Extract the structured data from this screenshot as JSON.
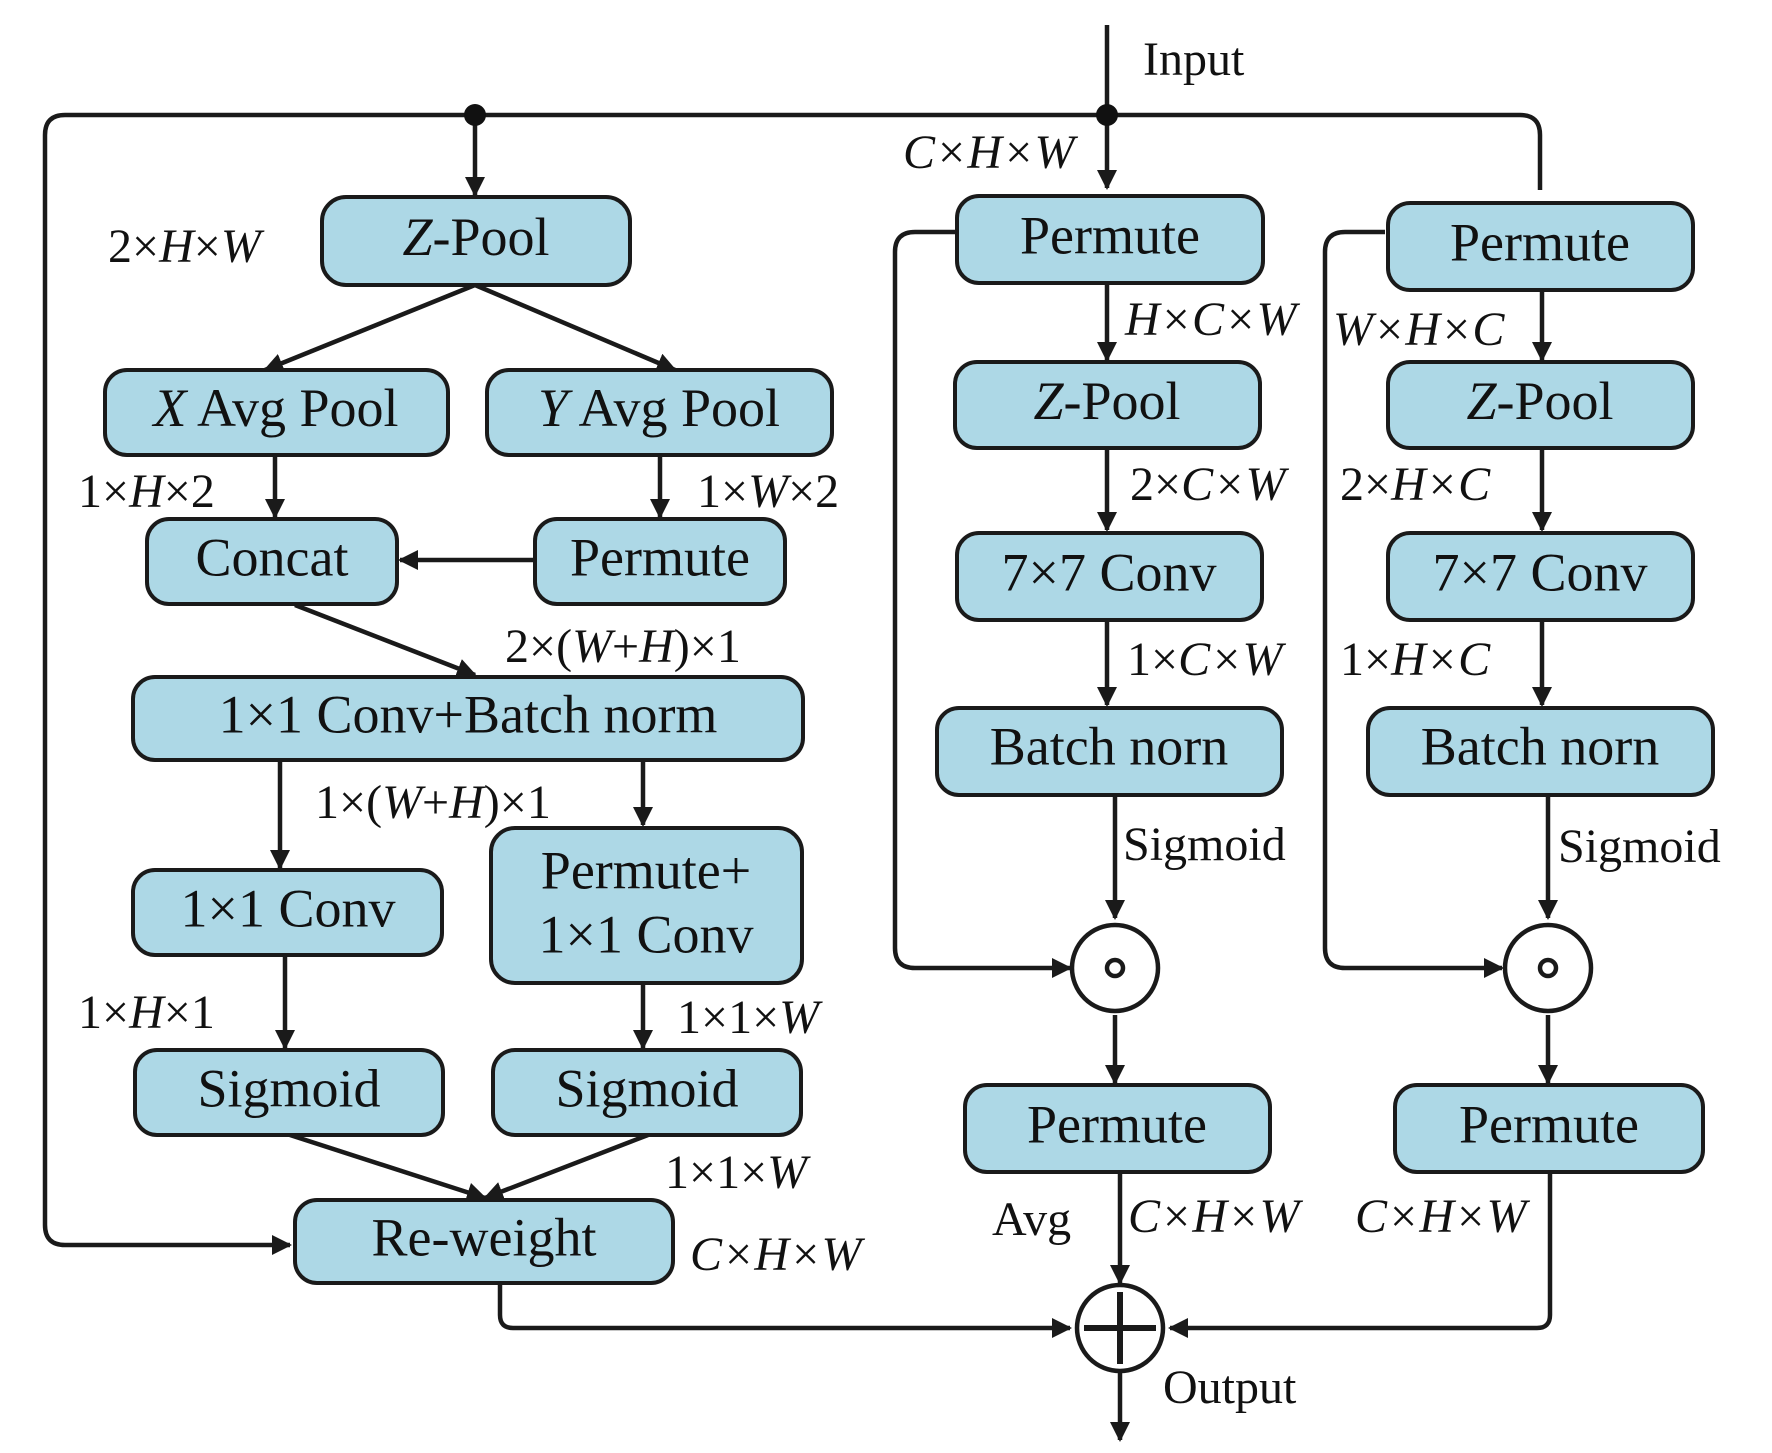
{
  "nodes": {
    "input": "Input",
    "output": "Output",
    "b1_zpool_z": "Z",
    "b1_zpool_rest": "-Pool",
    "x_avg_pool_var": "X",
    "x_avg_pool_rest": " Avg Pool",
    "y_avg_pool_var": "Y",
    "y_avg_pool_rest": " Avg Pool",
    "concat": "Concat",
    "b1_permute": "Permute",
    "conv_bn": "1×1 Conv+Batch norm",
    "conv1x1": "1×1 Conv",
    "permute_conv_line1": "Permute+",
    "permute_conv_line2": "1×1 Conv",
    "sigmoid_left": "Sigmoid",
    "sigmoid_right": "Sigmoid",
    "reweight": "Re-weight",
    "b2_permute_top": "Permute",
    "b2_zpool_z": "Z",
    "b2_zpool_rest": "-Pool",
    "b2_conv7": "7×7 Conv",
    "b2_batchnorm": "Batch norn",
    "b2_permute_bottom": "Permute",
    "b3_permute_top": "Permute",
    "b3_zpool_z": "Z",
    "b3_zpool_rest": "-Pool",
    "b3_conv7": "7×7 Conv",
    "b3_batchnorm": "Batch norn",
    "b3_permute_bottom": "Permute",
    "multiply_symbol": "⊙",
    "add_symbol": "⊕"
  },
  "edge_labels": {
    "zpool_in_2": "2×",
    "zpool_in_H": "H",
    "zpool_in_x": "×",
    "zpool_in_W": "W",
    "xavg_out_1": "1×",
    "xavg_out_H": "H",
    "xavg_out_2": "×2",
    "yavg_out_1": "1×",
    "yavg_out_W": "W",
    "yavg_out_2": "×2",
    "concat_out_a": "2×(",
    "concat_out_W": "W",
    "concat_out_plus": "+",
    "concat_out_H": "H",
    "concat_out_b": ")×1",
    "convbn_out_a": "1×(",
    "convbn_out_W": "W",
    "convbn_out_plus": "+",
    "convbn_out_H": "H",
    "convbn_out_b": ")×1",
    "conv1x1_out_1": "1×",
    "conv1x1_out_H": "H",
    "conv1x1_out_1b": "×1",
    "pconv_out_a": "1×1×",
    "pconv_out_W": "W",
    "sig_out_a": "1×1×",
    "sig_out_W": "W",
    "reweight_out": "C×H×W",
    "input_shape": "C×H×W",
    "b2_after_permute": "H×C×W",
    "b2_after_zpool_2": "2×",
    "b2_after_zpool_rest": "C×W",
    "b2_after_conv_1": "1×",
    "b2_after_conv_rest": "C×W",
    "sigmoid_b2": "Sigmoid",
    "b2_out": "C×H×W",
    "avg": "Avg",
    "b3_after_permute": "W×H×C",
    "b3_after_zpool_2": "2×",
    "b3_after_zpool_rest": "H×C",
    "b3_after_conv_1": "1×",
    "b3_after_conv_rest": "H×C",
    "sigmoid_b3": "Sigmoid",
    "b3_out": "C×H×W"
  },
  "colors": {
    "box_fill": "#add8e6",
    "stroke": "#1a1a1a"
  }
}
